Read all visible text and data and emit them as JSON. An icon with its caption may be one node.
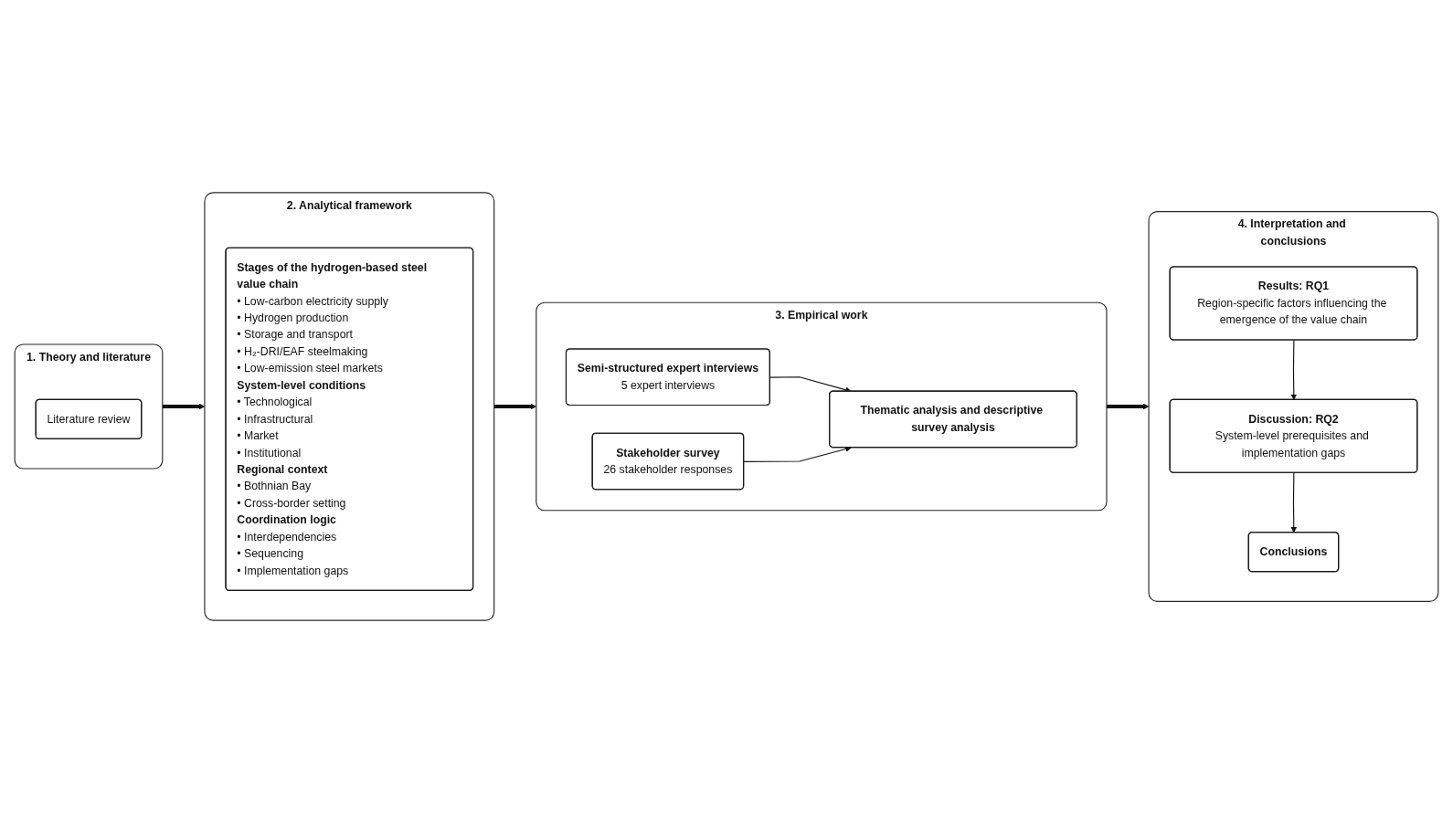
{
  "diagram": {
    "nodes": [
      {
        "text": [
          "1. Theory and literature"
        ]
      },
      {
        "text": [
          "Literature review"
        ],
        "in": 0
      },
      {
        "text": [
          "2. Analytical framework"
        ]
      },
      {
        "text": [
          "Stages of the hydrogen-based steel value chain",
          "• Low-carbon electricity supply",
          "• Hydrogen production",
          "• Storage and transport",
          "• H₂-DRI/EAF steelmaking",
          "• Low-emission steel markets",
          "System-level conditions",
          "• Technological",
          "• Infrastructural",
          "• Market",
          "• Institutional",
          "Regional context",
          "• Bothnian Bay",
          "• Cross-border setting",
          "Coordination logic",
          "• Interdependencies",
          "• Sequencing",
          "• Implementation gaps"
        ],
        "in": 2
      },
      {
        "text": [
          "3. Empirical work"
        ]
      },
      {
        "text": [
          "Semi-structured expert interviews",
          "5 expert interviews"
        ],
        "in": 4
      },
      {
        "text": [
          "Stakeholder survey",
          "26 stakeholder responses"
        ],
        "in": 4
      },
      {
        "text": [
          "Thematic analysis and descriptive survey analysis"
        ],
        "in": 4
      },
      {
        "text": [
          "4. Interpretation and conclusions"
        ]
      },
      {
        "text": [
          "Results: RQ1",
          "Region-specific factors influencing the emergence of the value chain"
        ],
        "in": 8
      },
      {
        "text": [
          "Discussion: RQ2",
          "System-level prerequisites and implementation gaps"
        ],
        "in": 8
      },
      {
        "text": [
          "Conclusions"
        ],
        "in": 8
      }
    ],
    "edges": [
      {
        "from": 0,
        "to": 2,
        "arrow": "to",
        "style": "thick"
      },
      {
        "from": 2,
        "to": 4,
        "arrow": "to",
        "style": "thick"
      },
      {
        "from": 4,
        "to": 8,
        "arrow": "to",
        "style": "thick"
      },
      {
        "from": 5,
        "to": 7,
        "arrow": "to"
      },
      {
        "from": 6,
        "to": 7,
        "arrow": "to"
      },
      {
        "from": 9,
        "to": 10,
        "arrow": "to"
      },
      {
        "from": 10,
        "to": 11,
        "arrow": "to"
      }
    ]
  }
}
